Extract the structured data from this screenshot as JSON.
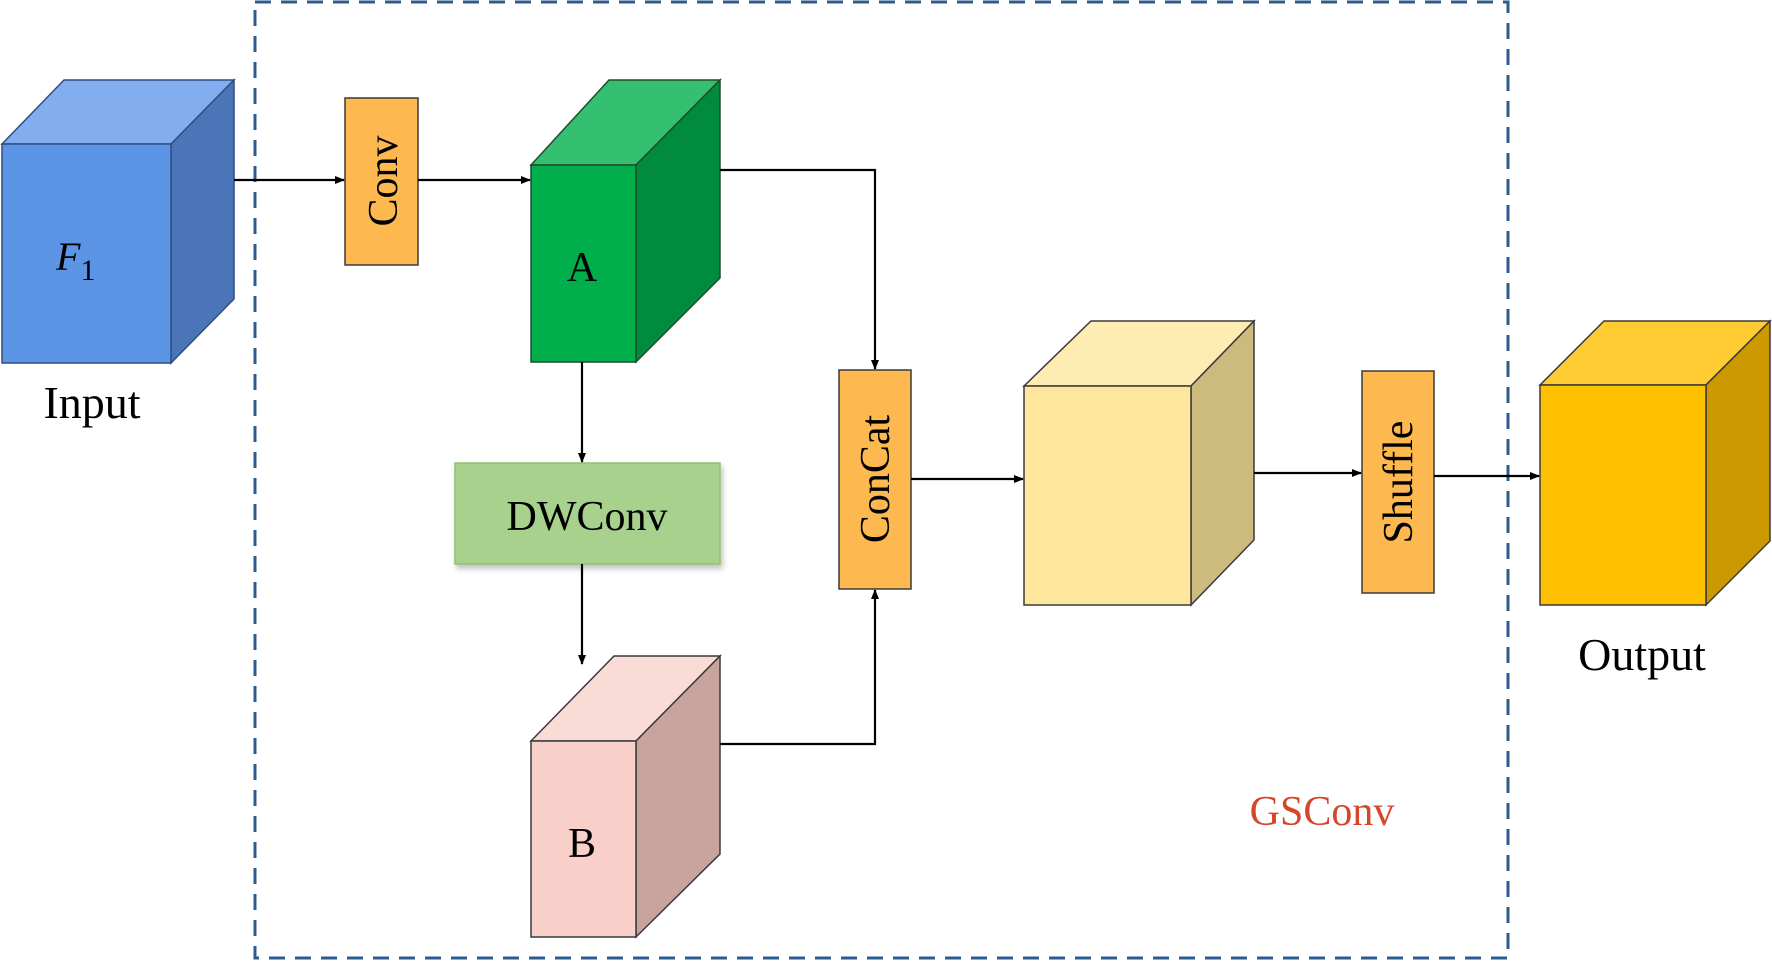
{
  "labels": {
    "input": "Input",
    "output": "Output",
    "module": "GSConv",
    "f_symbol": "F",
    "f_subscript": "1",
    "cube_a": "A",
    "cube_b": "B",
    "conv": "Conv",
    "dwconv": "DWConv",
    "concat": "ConCat",
    "shuffle": "Shuffle"
  },
  "colors": {
    "input_front": "#5d95e6",
    "input_top": "#82aef0",
    "input_side": "#4a76b9",
    "a_front": "#00ae4c",
    "a_top": "#35c071",
    "a_side": "#008b3e",
    "b_front": "#f8d0c9",
    "b_top": "#fadcd6",
    "b_side": "#c9a49f",
    "mid_front": "#fee79d",
    "mid_top": "#feecb3",
    "mid_side": "#cdbb7e",
    "output_front": "#ffc000",
    "output_top": "#ffcb33",
    "output_side": "#cc9a00",
    "op_orange": "#fdb850",
    "dwconv_green": "#a8d18d",
    "dashed_border": "#2e5b8f",
    "module_label": "#d6472a"
  }
}
